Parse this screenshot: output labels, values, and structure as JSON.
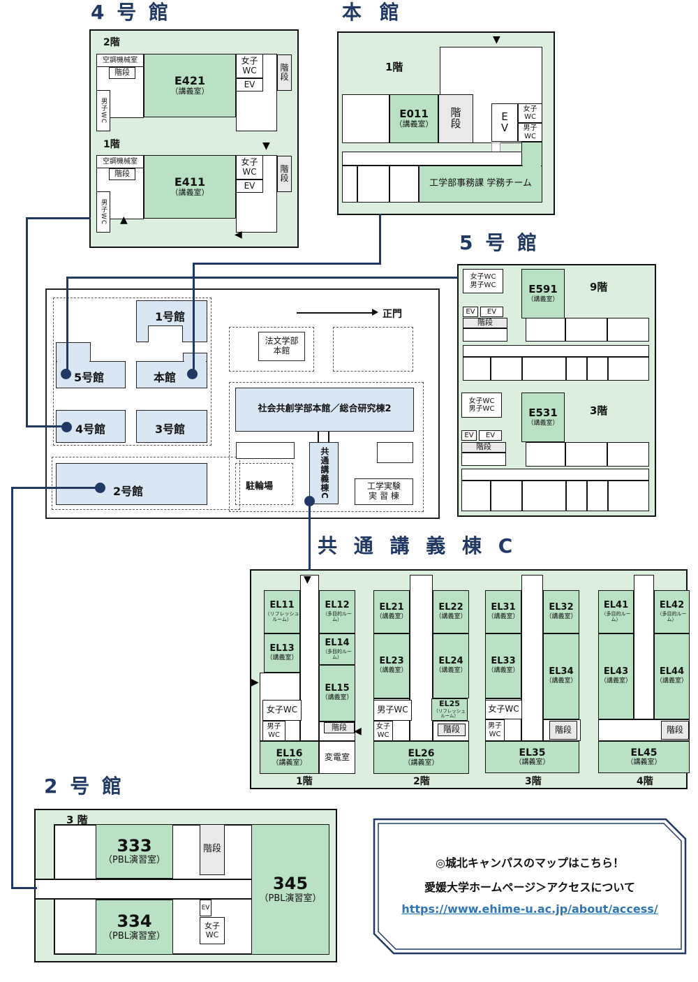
{
  "colors": {
    "navy": "#1f3864",
    "room_green": "#b9e2c4",
    "bg_green": "#dceedd",
    "map_blue": "#d9e6f4",
    "grey": "#e9e9e9",
    "link_blue": "#2e75b6"
  },
  "common": {
    "stairs": "階段",
    "ev": "EV",
    "womens_wc": "女子WC",
    "mens_wc": "男子WC",
    "lecture": "（講義室）",
    "aircon": "空調機械室"
  },
  "markers": {
    "down": "▼",
    "up": "▲",
    "left": "◀",
    "right": "▶"
  },
  "b4": {
    "title": "4 号 館",
    "f2": "2階",
    "f1": "1階",
    "e421": "E421",
    "e411": "E411"
  },
  "honkan": {
    "title": "本 館",
    "f1": "1階",
    "e011": "E011",
    "office": "工学部事務課 学務チーム"
  },
  "b5": {
    "title": "5 号 館",
    "f9": "9階",
    "f3": "3階",
    "e591": "E591",
    "e531": "E531",
    "wc_pair": "女子WC\n男子WC"
  },
  "map": {
    "b1": "1号館",
    "b5": "5号館",
    "honkan": "本館",
    "b4": "4号館",
    "b3": "3号館",
    "b2": "2号館",
    "gate": "正門",
    "law": "法文学部\n本館",
    "social": "社会共創学部本館／総合研究棟2",
    "bike": "駐輪場",
    "lec_c": "共通講義棟C",
    "eng_lab": "工学実験\n実 習 棟"
  },
  "lec_c": {
    "title": "共 通 講 義 棟 C",
    "f1": "1階",
    "f2": "2階",
    "f3": "3階",
    "f4": "4階",
    "el11": "EL11",
    "el11_sub": "（リフレッシュ\nルーム）",
    "el12": "EL12",
    "el12_sub": "（多目的ルーム）",
    "el13": "EL13",
    "el14": "EL14",
    "el14_sub": "（多目的ルーム）",
    "el15": "EL15",
    "el16": "EL16",
    "substation": "変電室",
    "el21": "EL21",
    "el22": "EL22",
    "el23": "EL23",
    "el24": "EL24",
    "el25": "EL25",
    "el25_sub": "（リフレッシュ\nルーム）",
    "el26": "EL26",
    "el31": "EL31",
    "el32": "EL32",
    "el33": "EL33",
    "el34": "EL34",
    "el35": "EL35",
    "el41": "EL41",
    "el41_sub": "（多目的ルーム）",
    "el42": "EL42",
    "el42_sub": "（多目的ルーム）",
    "el43": "EL43",
    "el44": "EL44",
    "el45": "EL45"
  },
  "b2": {
    "title": "2 号 館",
    "f3": "3 階",
    "r333": "333",
    "r334": "334",
    "r345": "345",
    "pbl": "（PBL演習室）"
  },
  "info": {
    "line1": "◎城北キャンパスのマップはこちら！",
    "line2": "愛媛大学ホームページ＞アクセスについて",
    "url": "https://www.ehime-u.ac.jp/about/access/"
  }
}
